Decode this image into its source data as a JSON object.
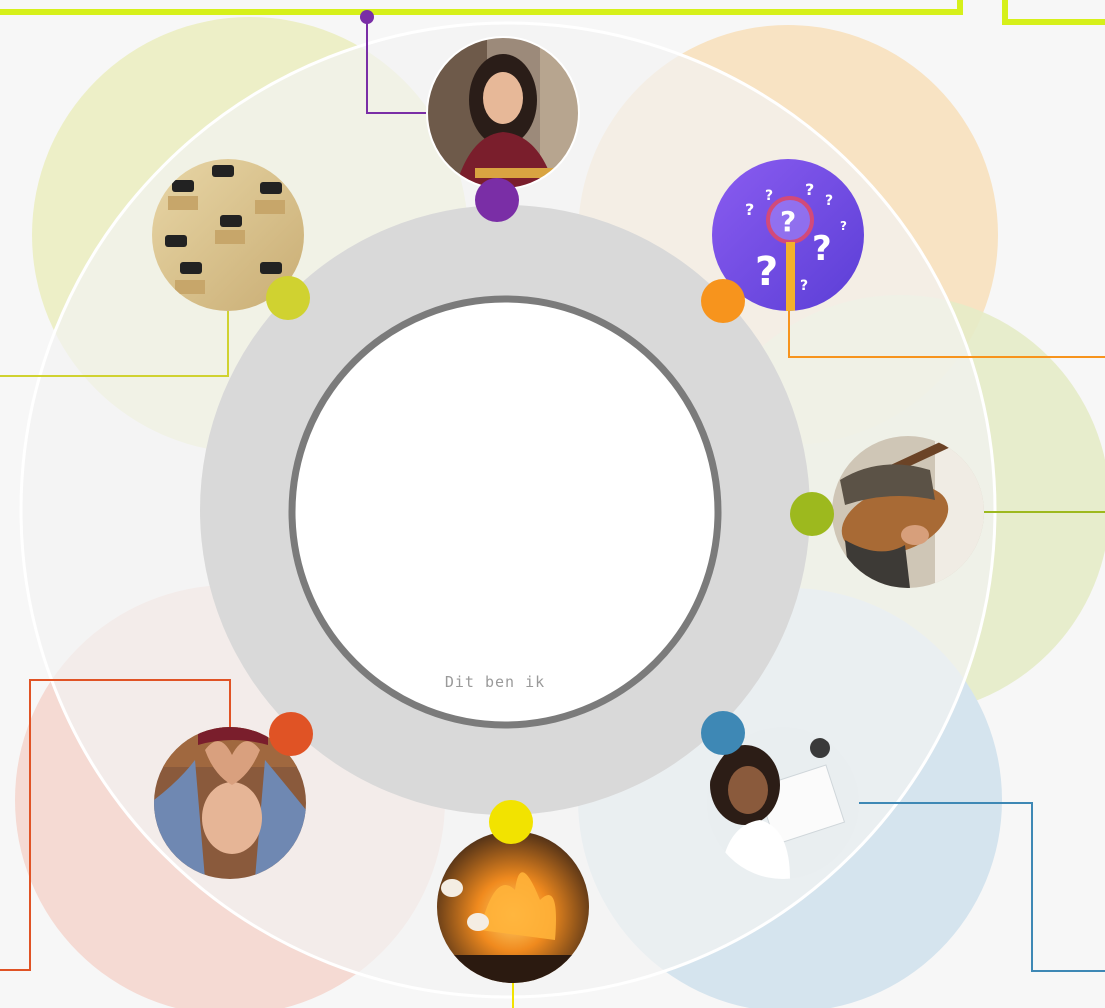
{
  "center": {
    "label": "Dit ben ik"
  },
  "colors": {
    "background": "#f7f7f7",
    "ring_outer": "#d9d9d9",
    "ring_border": "#7b7b7b",
    "purple": "#7a2ea6",
    "olive_yellow": "#d0d230",
    "orange": "#f7941d",
    "green": "#9db91e",
    "blue": "#3e88b5",
    "yellow": "#f2e300",
    "red_orange": "#e05325",
    "frame_lime": "#d6f01a"
  },
  "petals": [
    {
      "name": "petal-olive",
      "color": "#ecefc4"
    },
    {
      "name": "petal-peach",
      "color": "#f8e2c0"
    },
    {
      "name": "petal-green",
      "color": "#e4ebc4"
    },
    {
      "name": "petal-blue",
      "color": "#d3e3ee"
    },
    {
      "name": "petal-rose",
      "color": "#f5d9d1"
    }
  ],
  "photos": [
    {
      "name": "photo-girl-thinking",
      "icon": "thinking-girl-photo"
    },
    {
      "name": "photo-desks",
      "icon": "empty-desks-photo"
    },
    {
      "name": "photo-question-marks",
      "icon": "magnifier-question-marks-photo"
    },
    {
      "name": "photo-guitar",
      "icon": "guitar-player-photo"
    },
    {
      "name": "photo-girl-studying",
      "icon": "smiling-student-photo"
    },
    {
      "name": "photo-campfire",
      "icon": "campfire-marshmallow-photo"
    },
    {
      "name": "photo-heart-hands",
      "icon": "heart-hands-woman-photo"
    }
  ]
}
